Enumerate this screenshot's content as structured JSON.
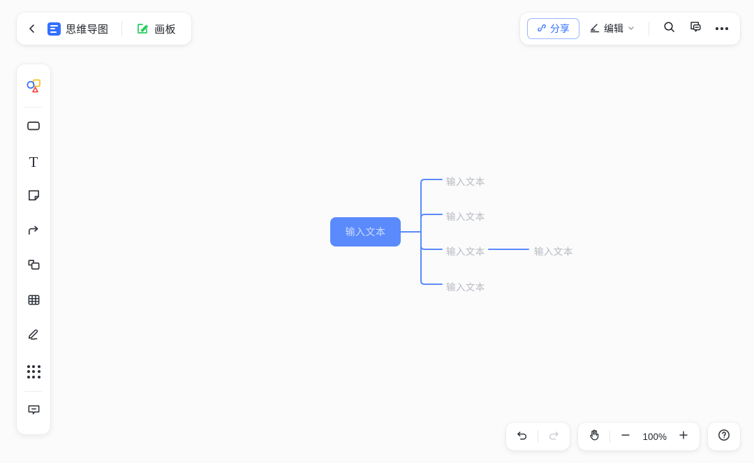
{
  "header": {
    "back_icon": "chevron-left-icon",
    "tabs": [
      {
        "label": "思维导图",
        "icon": "mindmap-icon",
        "active": true
      },
      {
        "label": "画板",
        "icon": "whiteboard-icon",
        "active": false
      }
    ]
  },
  "toolbar": {
    "share_label": "分享",
    "share_icon": "link-icon",
    "edit_label": "编辑",
    "edit_icon": "pencil-underline-icon",
    "edit_chevron": "chevron-down-icon",
    "search_icon": "search-icon",
    "comment_icon": "comment-box-icon",
    "more_icon": "more-horizontal-icon"
  },
  "sidebar": {
    "items": [
      {
        "name": "shapes-tool",
        "icon": "shapes-icon"
      },
      {
        "name": "rectangle-tool",
        "icon": "rectangle-icon"
      },
      {
        "name": "text-tool",
        "icon": "text-icon",
        "glyph": "T"
      },
      {
        "name": "sticky-note-tool",
        "icon": "sticky-note-icon"
      },
      {
        "name": "connector-tool",
        "icon": "arrow-connector-icon"
      },
      {
        "name": "frame-tool",
        "icon": "frame-icon"
      },
      {
        "name": "table-tool",
        "icon": "table-grid-icon"
      },
      {
        "name": "pen-tool",
        "icon": "pen-icon"
      },
      {
        "name": "more-tools",
        "icon": "grid-dots-icon"
      },
      {
        "name": "comment-tool",
        "icon": "comment-bubble-icon"
      }
    ]
  },
  "mindmap": {
    "root": {
      "text": "输入文本",
      "color": "#5a8afc"
    },
    "branch_color": "#5a8afc",
    "branches": [
      {
        "text": "输入文本",
        "children": []
      },
      {
        "text": "输入文本",
        "children": []
      },
      {
        "text": "输入文本",
        "children": [
          {
            "text": "输入文本"
          }
        ]
      },
      {
        "text": "输入文本",
        "children": []
      }
    ]
  },
  "bottom_bar": {
    "undo_icon": "undo-icon",
    "redo_icon": "redo-icon",
    "redo_disabled": true,
    "hand_icon": "hand-icon",
    "zoom_out_icon": "minus-icon",
    "zoom_level": "100%",
    "zoom_in_icon": "plus-icon",
    "help_icon": "help-circle-icon"
  }
}
